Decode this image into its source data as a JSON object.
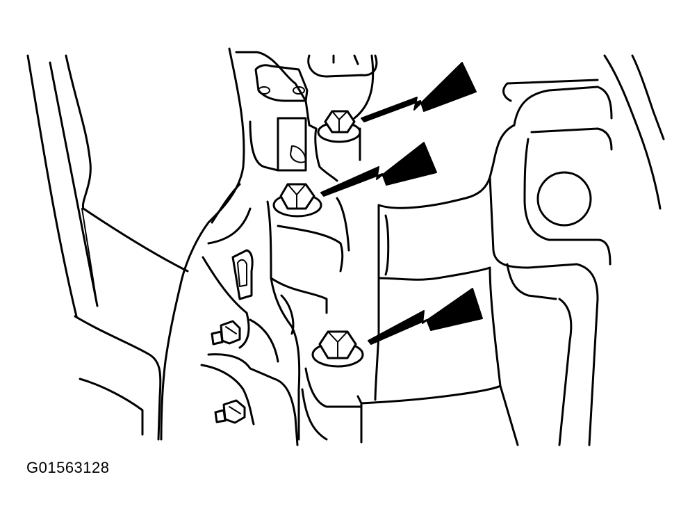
{
  "figure": {
    "id_label": "G01563128"
  },
  "callouts": [
    {
      "name": "upper-bolt-arrow",
      "target": "upper-bolt"
    },
    {
      "name": "middle-bolt-arrow",
      "target": "middle-bolt"
    },
    {
      "name": "lower-bolt-arrow",
      "target": "lower-bolt"
    }
  ],
  "colors": {
    "ink": "#000000",
    "paper": "#ffffff"
  }
}
